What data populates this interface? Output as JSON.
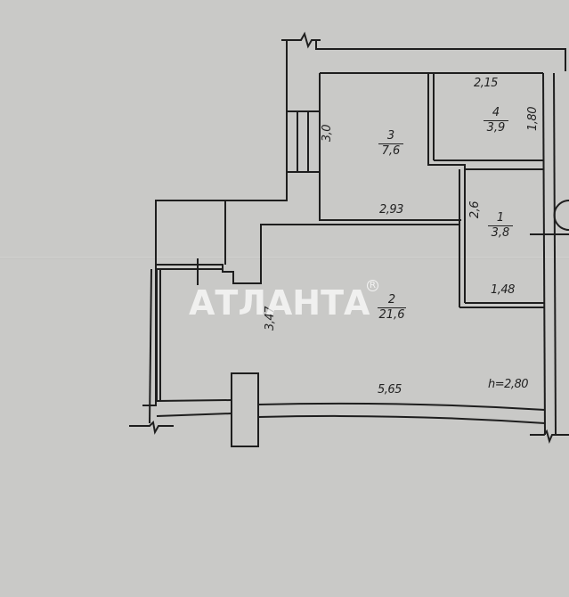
{
  "plan": {
    "ceiling_height": "h=2,80",
    "rooms": [
      {
        "number": "1",
        "area": "3,8"
      },
      {
        "number": "2",
        "area": "21,6"
      },
      {
        "number": "3",
        "area": "7,6"
      },
      {
        "number": "4",
        "area": "3,9"
      }
    ],
    "dimensions": {
      "room4_width": "2,15",
      "room4_height": "1,80",
      "room3_height": "3,0",
      "room3_width": "2,93",
      "room1_height": "2,6",
      "room1_width": "1,48",
      "room2_height": "3,47",
      "room2_width": "5,65"
    }
  },
  "watermark": {
    "text": "АТЛАНТА",
    "registered": "R"
  }
}
